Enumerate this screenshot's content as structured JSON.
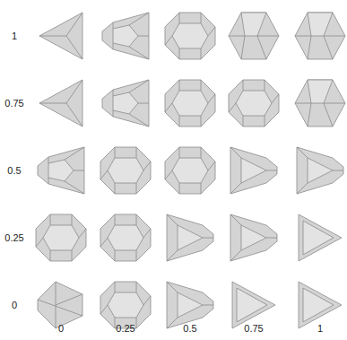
{
  "diagram": {
    "labels": [
      "1",
      "0.75",
      "0.5",
      "0.25",
      "0",
      "0",
      "0.25",
      "0.5",
      "0.75",
      "1"
    ]
  }
}
